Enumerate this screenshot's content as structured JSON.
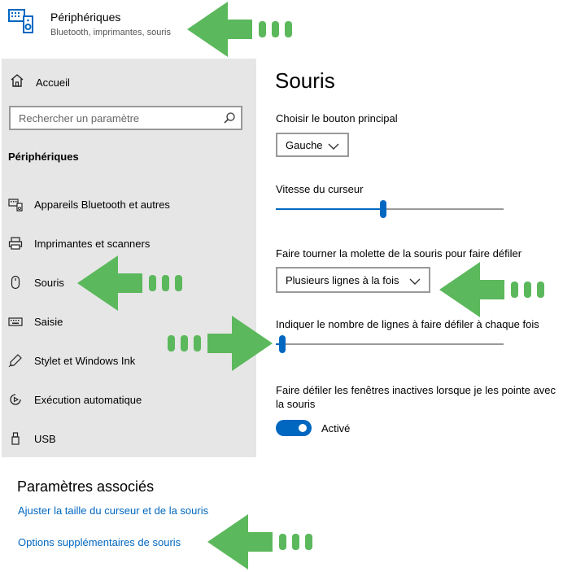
{
  "header": {
    "title": "Périphériques",
    "subtitle": "Bluetooth, imprimantes, souris",
    "icon": "devices-icon"
  },
  "sidebar": {
    "home_label": "Accueil",
    "search_placeholder": "Rechercher un paramètre",
    "section_title": "Périphériques",
    "items": [
      {
        "label": "Appareils Bluetooth et autres",
        "icon": "bluetooth-devices-icon"
      },
      {
        "label": "Imprimantes et scanners",
        "icon": "printer-icon"
      },
      {
        "label": "Souris",
        "icon": "mouse-icon"
      },
      {
        "label": "Saisie",
        "icon": "keyboard-icon"
      },
      {
        "label": "Stylet et Windows Ink",
        "icon": "pen-icon"
      },
      {
        "label": "Exécution automatique",
        "icon": "autoplay-icon"
      },
      {
        "label": "USB",
        "icon": "usb-icon"
      }
    ]
  },
  "main": {
    "title": "Souris",
    "primary_button_label": "Choisir le bouton principal",
    "primary_button_value": "Gauche",
    "cursor_speed_label": "Vitesse du curseur",
    "cursor_speed_level": 0.47,
    "wheel_label": "Faire tourner la molette de la souris pour faire défiler",
    "wheel_value": "Plusieurs lignes à la fois",
    "lines_label": "Indiquer le nombre de lignes à faire défiler à chaque fois",
    "lines_level": 0.03,
    "inactive_label_line1": "Faire défiler les fenêtres inactives lorsque je les pointe avec",
    "inactive_label_line2": "la souris",
    "inactive_state": "Activé"
  },
  "related": {
    "title": "Paramètres associés",
    "links": [
      "Ajuster la taille du curseur et de la souris",
      "Options supplémentaires de souris"
    ]
  },
  "colors": {
    "accent": "#0067c0",
    "arrow": "#5cb85c",
    "sidebar_bg": "#e6e6e6"
  }
}
